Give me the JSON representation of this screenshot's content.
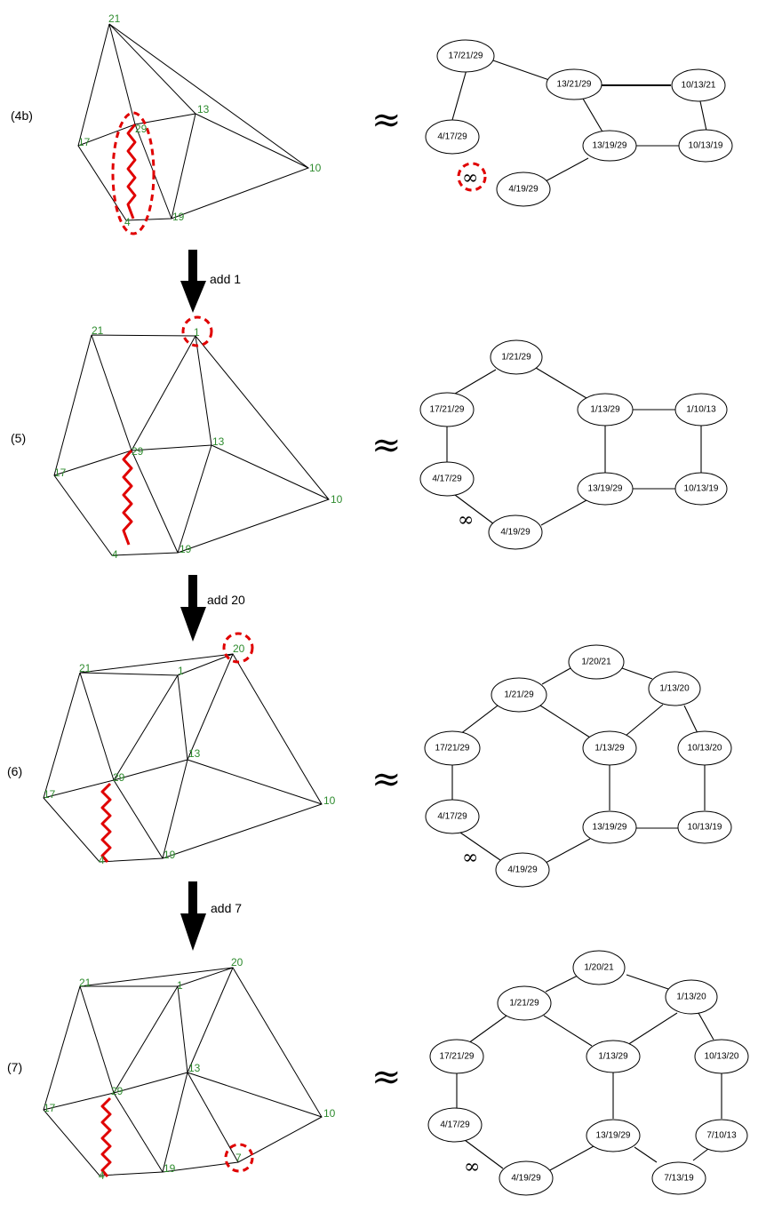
{
  "approx_symbol": "≈",
  "infinity_symbol": "∞",
  "colors": {
    "vertex_label": "#2e8b2e",
    "highlight": "#e00000",
    "line": "#000000"
  },
  "steps": [
    {
      "label": "add 1"
    },
    {
      "label": "add 20"
    },
    {
      "label": "add 7"
    }
  ],
  "panels": [
    {
      "stage": "(4b)",
      "vertex_labels": [
        "21",
        "13",
        "29",
        "17",
        "10",
        "19",
        "4"
      ],
      "graph_nodes": [
        "17/21/29",
        "13/21/29",
        "10/13/21",
        "4/17/29",
        "13/19/29",
        "10/13/19",
        "4/19/29"
      ]
    },
    {
      "stage": "(5)",
      "vertex_labels": [
        "21",
        "1",
        "29",
        "13",
        "17",
        "10",
        "19",
        "4"
      ],
      "graph_nodes": [
        "1/21/29",
        "17/21/29",
        "1/13/29",
        "1/10/13",
        "4/17/29",
        "13/19/29",
        "10/13/19",
        "4/19/29"
      ]
    },
    {
      "stage": "(6)",
      "vertex_labels": [
        "20",
        "21",
        "1",
        "13",
        "29",
        "17",
        "10",
        "19",
        "4"
      ],
      "graph_nodes": [
        "1/20/21",
        "1/21/29",
        "1/13/20",
        "17/21/29",
        "1/13/29",
        "10/13/20",
        "4/17/29",
        "13/19/29",
        "10/13/19",
        "4/19/29"
      ]
    },
    {
      "stage": "(7)",
      "vertex_labels": [
        "20",
        "21",
        "1",
        "13",
        "29",
        "10",
        "17",
        "19",
        "7",
        "4"
      ],
      "graph_nodes": [
        "1/20/21",
        "1/21/29",
        "1/13/20",
        "17/21/29",
        "1/13/29",
        "10/13/20",
        "4/17/29",
        "13/19/29",
        "7/10/13",
        "4/19/29",
        "7/13/19"
      ]
    }
  ]
}
